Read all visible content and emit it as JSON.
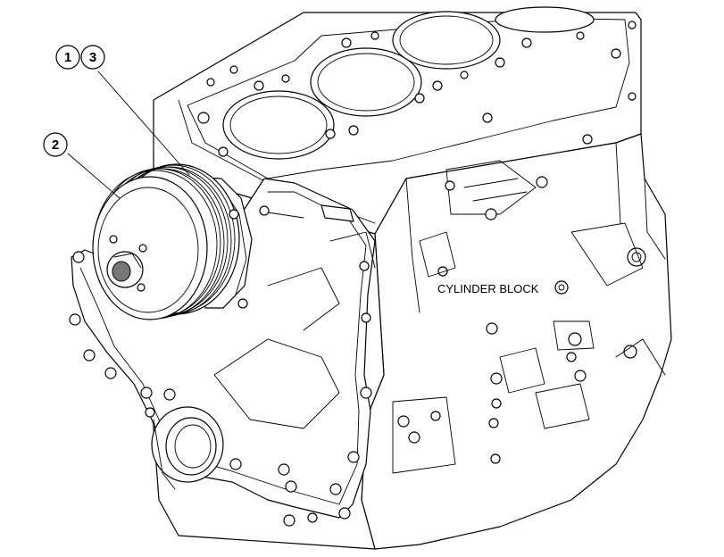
{
  "callouts": [
    {
      "id": "1",
      "label": "1"
    },
    {
      "id": "3",
      "label": "3"
    },
    {
      "id": "2",
      "label": "2"
    }
  ],
  "labels": {
    "cylinder_block": "CYLINDER BLOCK"
  }
}
